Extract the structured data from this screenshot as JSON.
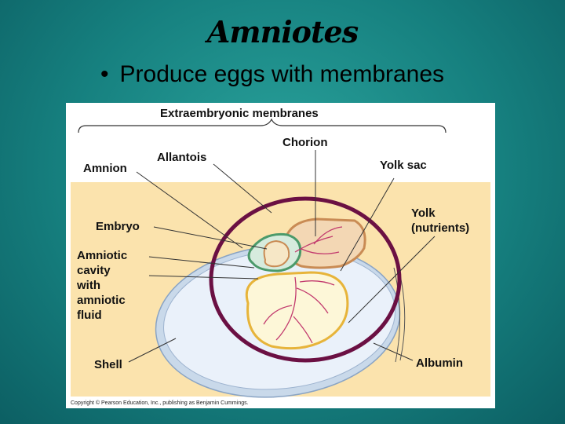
{
  "slide": {
    "title": "Amniotes",
    "bullet": "Produce eggs with membranes"
  },
  "diagram": {
    "header": "Extraembryonic membranes",
    "labels": {
      "chorion": "Chorion",
      "allantois": "Allantois",
      "amnion": "Amnion",
      "yolk_sac": "Yolk sac",
      "embryo": "Embryo",
      "yolk_line1": "Yolk",
      "yolk_line2": "(nutrients)",
      "amniotic_line1": "Amniotic",
      "amniotic_line2": "cavity",
      "amniotic_line3": "with",
      "amniotic_line4": "amniotic",
      "amniotic_line5": "fluid",
      "shell": "Shell",
      "albumin": "Albumin"
    },
    "copyright": "Copyright © Pearson Education, Inc., publishing as Benjamin Cummings.",
    "colors": {
      "background": "#fbe3ad",
      "shell": "#c9d9ea",
      "albumin": "#eaf1fa",
      "chorion": "#6b1043",
      "yolk_fill": "#fdf7d8",
      "yolk_outline": "#e7b43a",
      "vessels": "#c23a6e",
      "amnion": "#4b9a6a",
      "allantois": "#c98b54"
    }
  }
}
